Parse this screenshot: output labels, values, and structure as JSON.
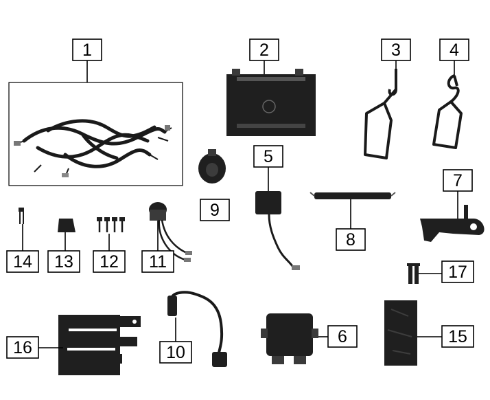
{
  "callouts": {
    "c1": "1",
    "c2": "2",
    "c3": "3",
    "c4": "4",
    "c5": "5",
    "c6": "6",
    "c7": "7",
    "c8": "8",
    "c9": "9",
    "c10": "10",
    "c11": "11",
    "c12": "12",
    "c13": "13",
    "c14": "14",
    "c15": "15",
    "c16": "16",
    "c17": "17"
  },
  "colors": {
    "ink": "#000000",
    "part": "#1f1f1f",
    "background": "#ffffff"
  }
}
